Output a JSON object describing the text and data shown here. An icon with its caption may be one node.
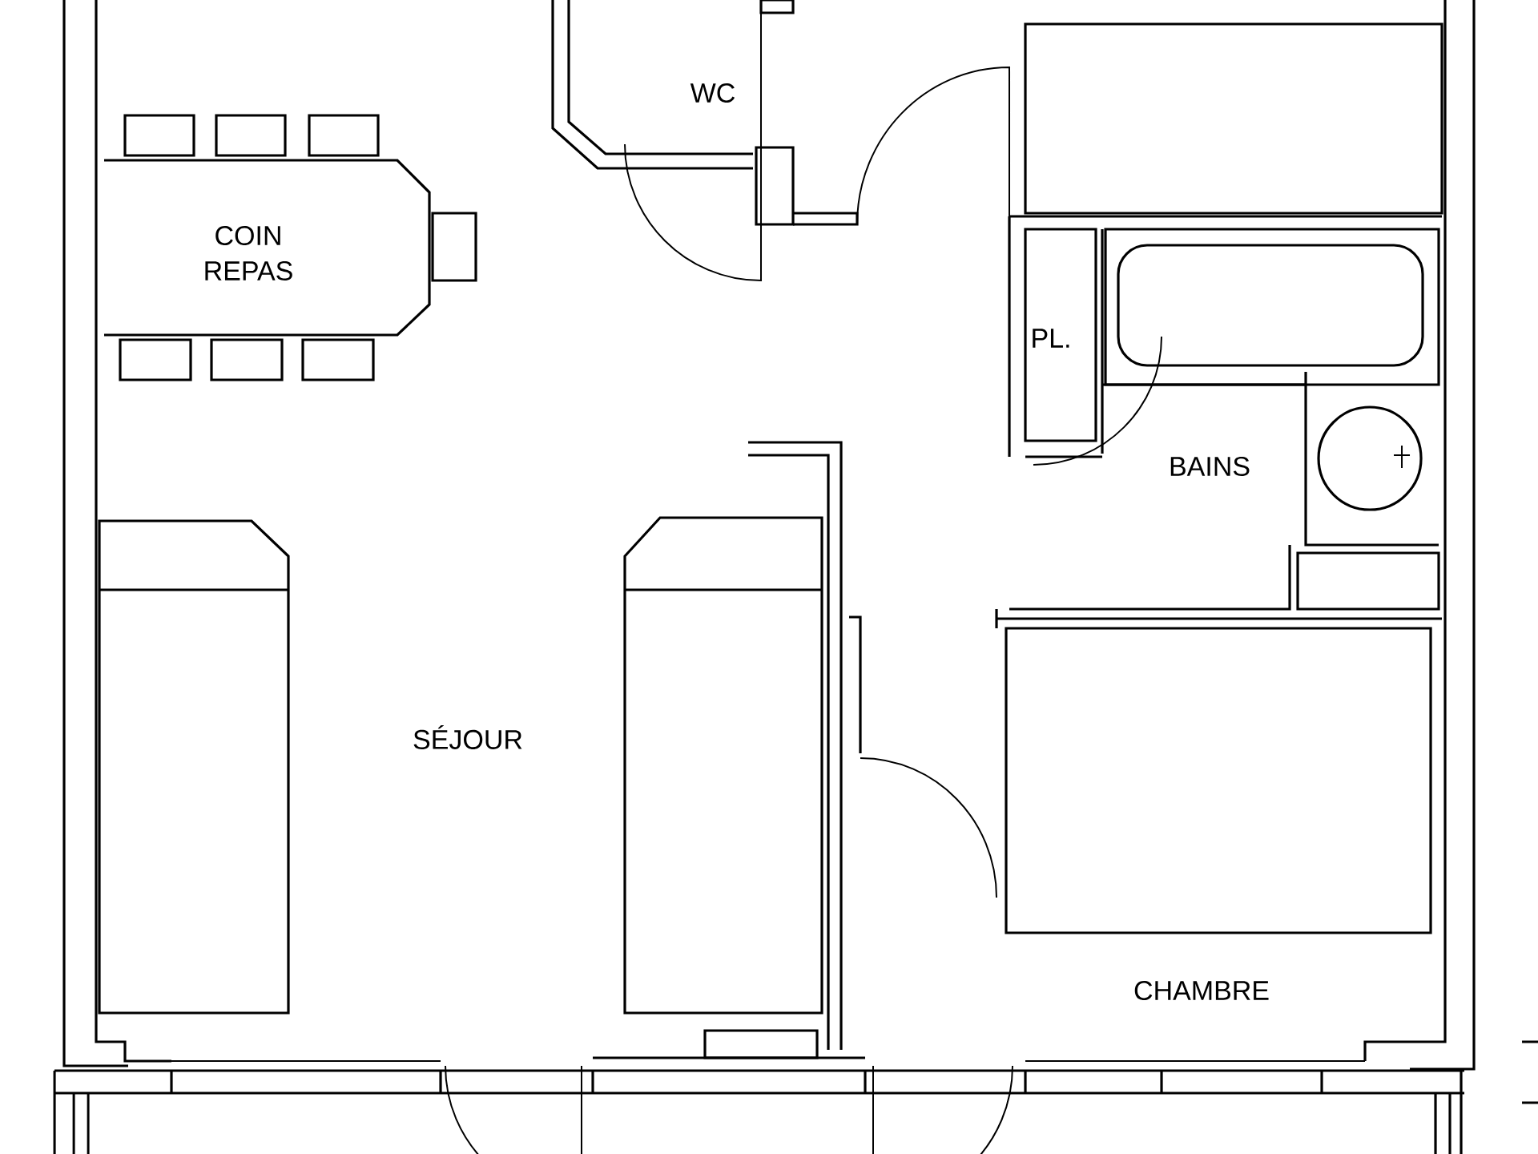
{
  "diagram": {
    "labels": [
      "WC",
      "COIN REPAS",
      "PL.",
      "BAINS",
      "SÉJOUR",
      "CHAMBRE"
    ]
  }
}
